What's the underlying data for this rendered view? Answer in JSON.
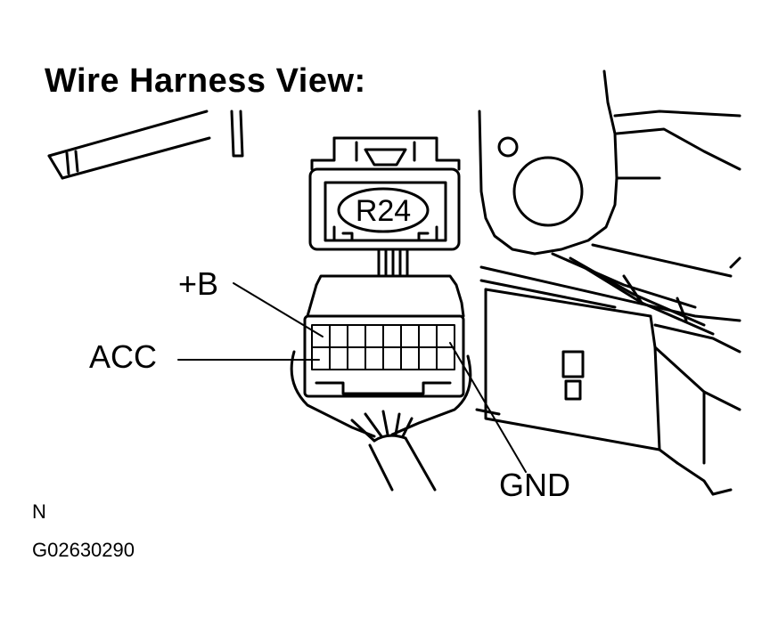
{
  "title": "Wire Harness View:",
  "connector_code": "R24",
  "terminals": {
    "b": "+B",
    "acc": "ACC",
    "gnd": "GND"
  },
  "footer": {
    "view_letter": "N",
    "figure_code": "G02630290"
  }
}
